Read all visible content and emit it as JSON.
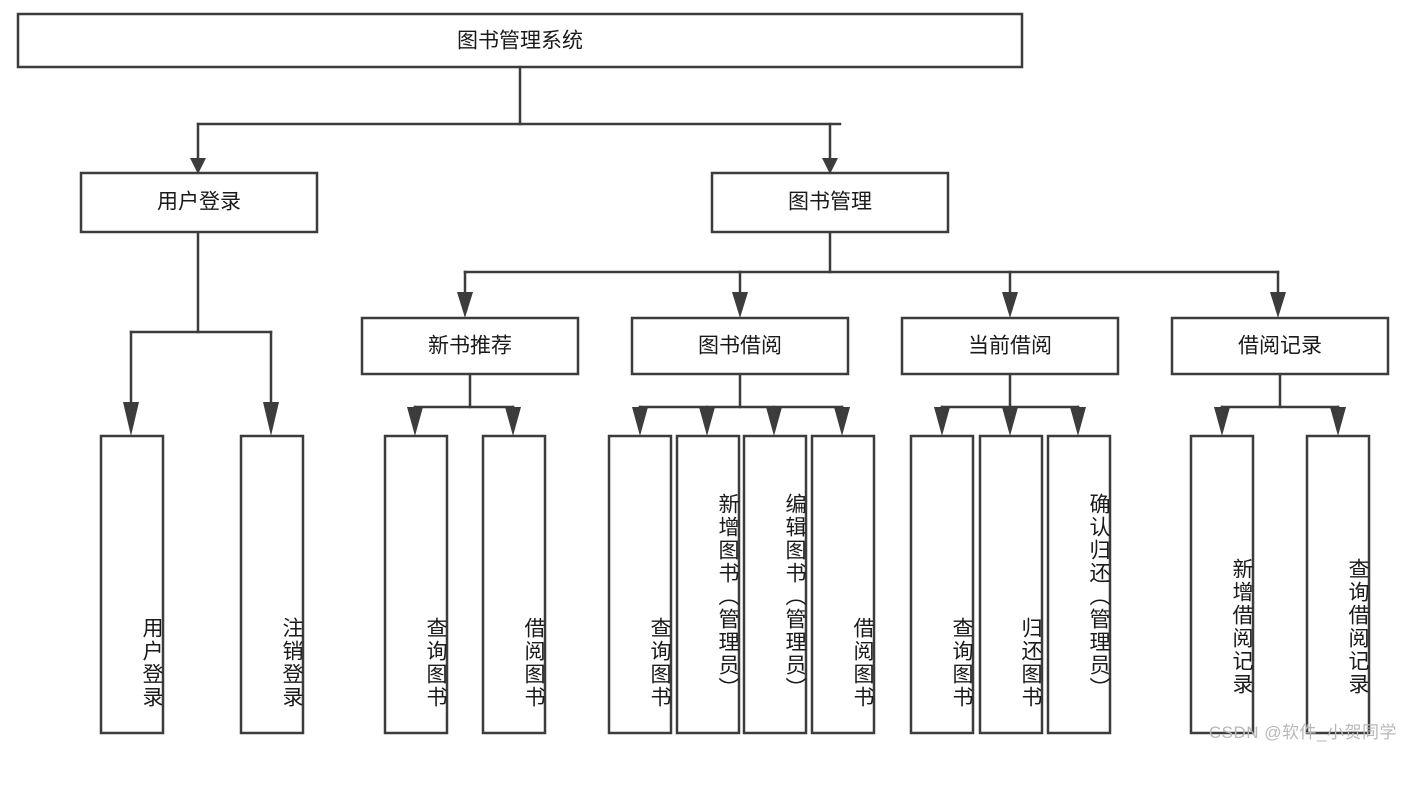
{
  "diagram": {
    "type": "tree",
    "title": "图书管理系统",
    "root": {
      "id": "root",
      "label": "图书管理系统"
    },
    "level2": [
      {
        "id": "user-login",
        "label": "用户登录"
      },
      {
        "id": "book-manage",
        "label": "图书管理"
      }
    ],
    "level3": [
      {
        "id": "new-book-rec",
        "label": "新书推荐",
        "parent": "book-manage"
      },
      {
        "id": "book-borrow",
        "label": "图书借阅",
        "parent": "book-manage"
      },
      {
        "id": "current-borrow",
        "label": "当前借阅",
        "parent": "book-manage"
      },
      {
        "id": "borrow-record",
        "label": "借阅记录",
        "parent": "book-manage"
      }
    ],
    "leaves": [
      {
        "id": "leaf-user-login",
        "label": "用户登录",
        "parent": "user-login"
      },
      {
        "id": "leaf-user-logout",
        "label": "注销登录",
        "parent": "user-login"
      },
      {
        "id": "leaf-query-book-1",
        "label": "查询图书",
        "parent": "new-book-rec"
      },
      {
        "id": "leaf-borrow-book-1",
        "label": "借阅图书",
        "parent": "new-book-rec"
      },
      {
        "id": "leaf-query-book-2",
        "label": "查询图书",
        "parent": "book-borrow"
      },
      {
        "id": "leaf-add-book",
        "label": "新增图书（管理员）",
        "parent": "book-borrow"
      },
      {
        "id": "leaf-edit-book",
        "label": "编辑图书（管理员）",
        "parent": "book-borrow"
      },
      {
        "id": "leaf-borrow-book-2",
        "label": "借阅图书",
        "parent": "book-borrow"
      },
      {
        "id": "leaf-query-book-3",
        "label": "查询图书",
        "parent": "current-borrow"
      },
      {
        "id": "leaf-return-book",
        "label": "归还图书",
        "parent": "current-borrow"
      },
      {
        "id": "leaf-confirm-return",
        "label": "确认归还（管理员）",
        "parent": "current-borrow"
      },
      {
        "id": "leaf-add-record",
        "label": "新增借阅记录",
        "parent": "borrow-record"
      },
      {
        "id": "leaf-query-record",
        "label": "查询借阅记录",
        "parent": "borrow-record"
      }
    ],
    "colors": {
      "stroke": "#3c3c3c",
      "fill": "#ffffff",
      "text": "#1a1a1a",
      "watermark": "#b8b8b8"
    }
  },
  "watermark": {
    "text": "CSDN @软件_小贺同学"
  }
}
